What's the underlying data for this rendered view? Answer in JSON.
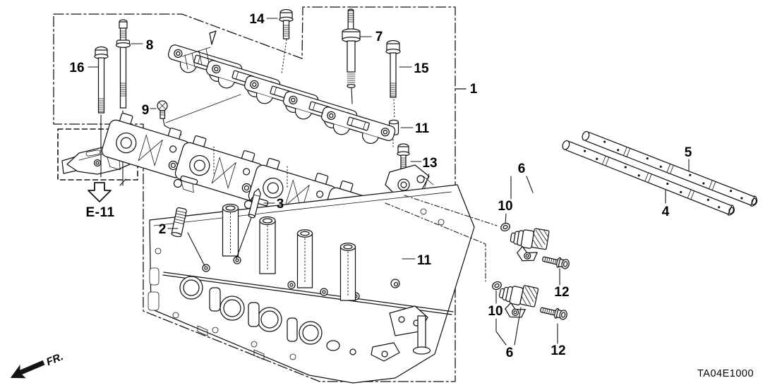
{
  "diagram": {
    "code": "TA04E1000",
    "ref_box_label": "E-11",
    "front_label": "FR."
  },
  "callouts": [
    {
      "id": "1",
      "label": "1"
    },
    {
      "id": "2",
      "label": "2"
    },
    {
      "id": "3",
      "label": "3"
    },
    {
      "id": "4",
      "label": "4"
    },
    {
      "id": "5",
      "label": "5"
    },
    {
      "id": "6a",
      "label": "6"
    },
    {
      "id": "6b",
      "label": "6"
    },
    {
      "id": "7",
      "label": "7"
    },
    {
      "id": "8",
      "label": "8"
    },
    {
      "id": "9",
      "label": "9"
    },
    {
      "id": "10a",
      "label": "10"
    },
    {
      "id": "10b",
      "label": "10"
    },
    {
      "id": "11a",
      "label": "11"
    },
    {
      "id": "11b",
      "label": "11"
    },
    {
      "id": "12a",
      "label": "12"
    },
    {
      "id": "12b",
      "label": "12"
    },
    {
      "id": "13",
      "label": "13"
    },
    {
      "id": "14",
      "label": "14"
    },
    {
      "id": "15",
      "label": "15"
    },
    {
      "id": "16",
      "label": "16"
    }
  ]
}
